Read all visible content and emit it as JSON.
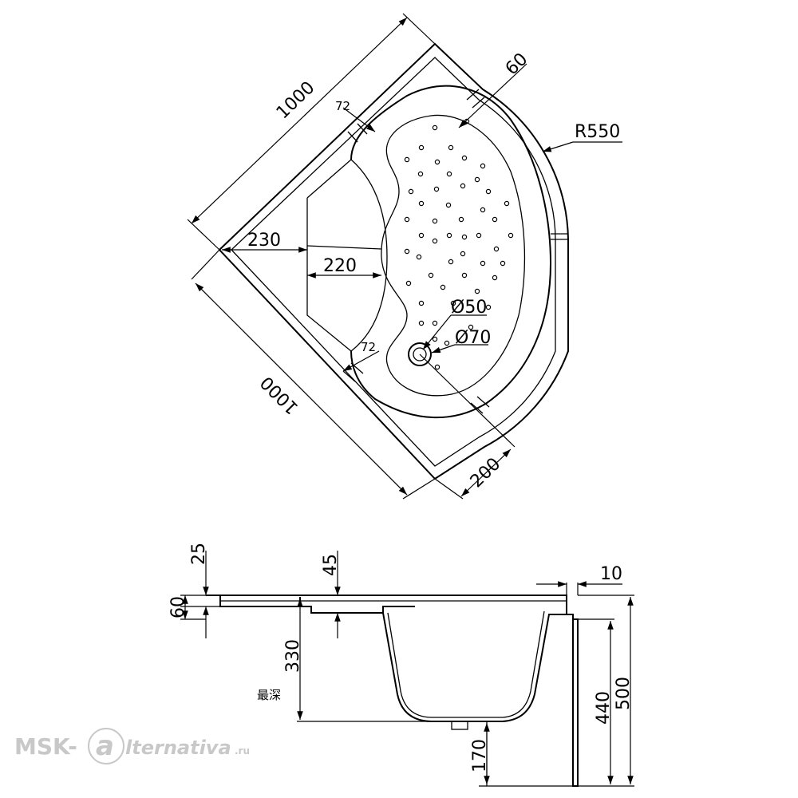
{
  "top_view": {
    "dims": {
      "side_upper": "1000",
      "side_lower": "1000",
      "rim_width": "60",
      "radius": "R550",
      "wall_top": "72",
      "wall_bottom": "72",
      "corner_depth": "230",
      "seat_depth": "220",
      "drain_inner": "Ø50",
      "drain_outer": "Ø70",
      "bottom_offset": "200"
    }
  },
  "side_view": {
    "dims": {
      "rim_top": "25",
      "rim_height": "60",
      "step": "45",
      "wall": "10",
      "max_depth": "330",
      "max_depth_label": "最深",
      "apron": "440",
      "total_height": "500",
      "drain_height": "170"
    }
  },
  "watermark": {
    "prefix": "MSK-",
    "letter": "a",
    "suffix": "lternativa",
    "tld": ".ru"
  }
}
